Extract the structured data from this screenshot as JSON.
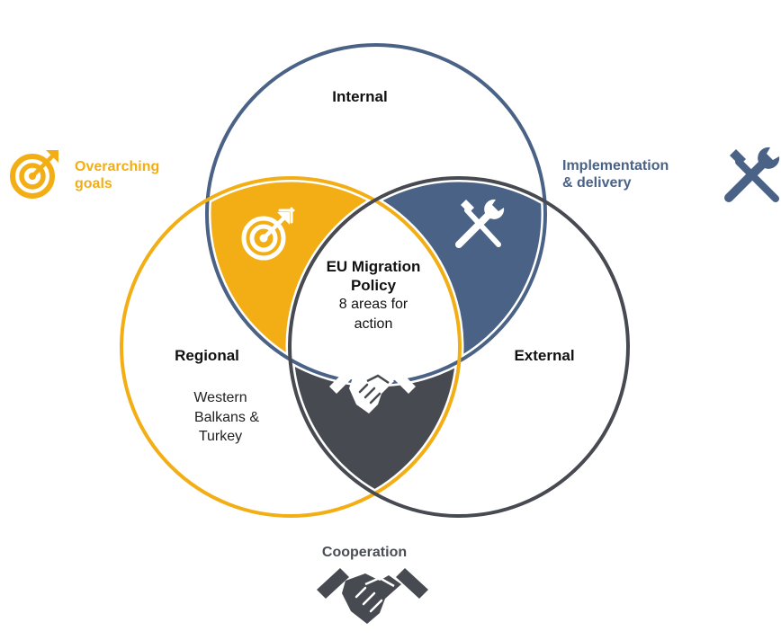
{
  "colors": {
    "internal": "#4A6286",
    "regional": "#F2AE14",
    "external": "#474A51",
    "center_fill": "#ffffff"
  },
  "circles": {
    "internal": {
      "label": "Internal"
    },
    "regional": {
      "label": "Regional",
      "sublines": [
        "Western",
        "Balkans &",
        "Turkey"
      ]
    },
    "external": {
      "label": "External"
    }
  },
  "center": {
    "title_lines": [
      "EU Migration",
      "Policy"
    ],
    "sub_lines": [
      "8 areas for",
      "action"
    ]
  },
  "side_labels": {
    "goals": {
      "lines": [
        "Overarching",
        "goals"
      ],
      "icon": "target-icon"
    },
    "implementation": {
      "lines": [
        "Implementation",
        "& delivery"
      ],
      "icon": "tools-icon"
    },
    "cooperation": {
      "label": "Cooperation",
      "icon": "handshake-icon"
    }
  },
  "lens_icons": {
    "goals": "target-icon",
    "implementation": "tools-icon",
    "cooperation": "handshake-icon"
  }
}
